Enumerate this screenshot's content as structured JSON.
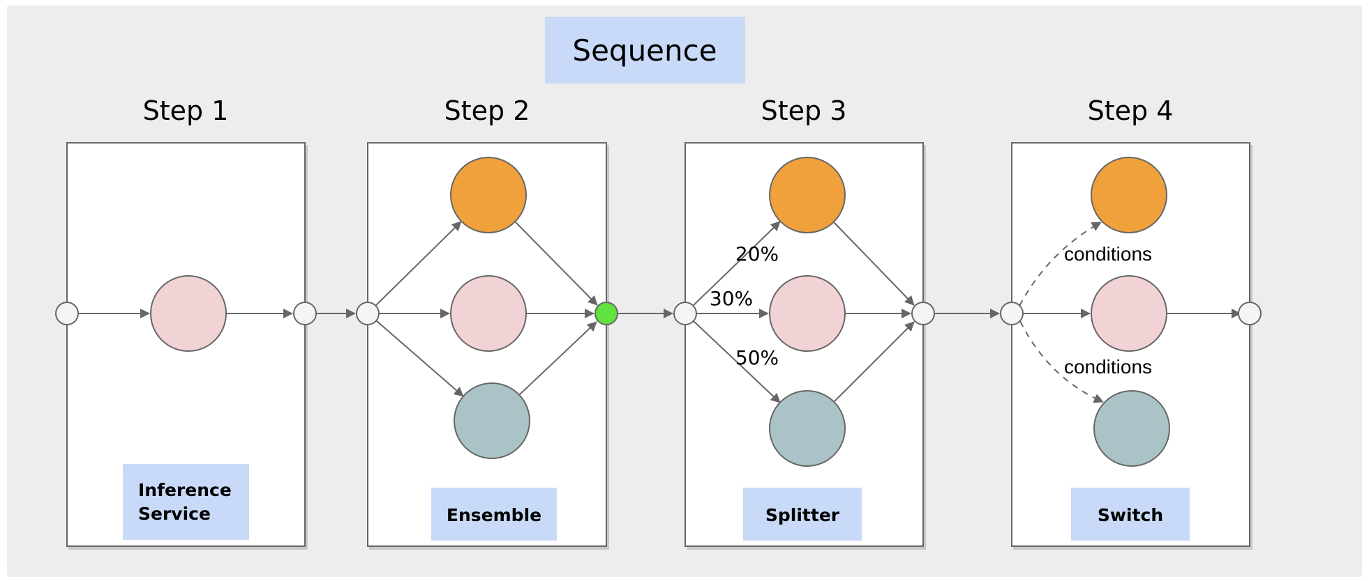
{
  "canvas": {
    "background": "#ffffff",
    "surface": "#ededed"
  },
  "colors": {
    "stroke": "#666666",
    "box_fill": "#ffffff",
    "node_fill": "#f5f5f5",
    "green": "#5fe33f",
    "orange": "#f0a13c",
    "pink": "#f2d3d5",
    "teal": "#a9c3c6",
    "label_blue": "#c9daf8",
    "text": "#000000"
  },
  "title": {
    "label": "Sequence"
  },
  "steps": [
    {
      "title": "Step 1",
      "tag_line1": "Inference",
      "tag_line2": "Service"
    },
    {
      "title": "Step 2",
      "tag": "Ensemble"
    },
    {
      "title": "Step 3",
      "tag": "Splitter",
      "branches": [
        "20%",
        "30%",
        "50%"
      ]
    },
    {
      "title": "Step 4",
      "tag": "Switch",
      "conditions_top": "conditions",
      "conditions_bottom": "conditions"
    }
  ]
}
